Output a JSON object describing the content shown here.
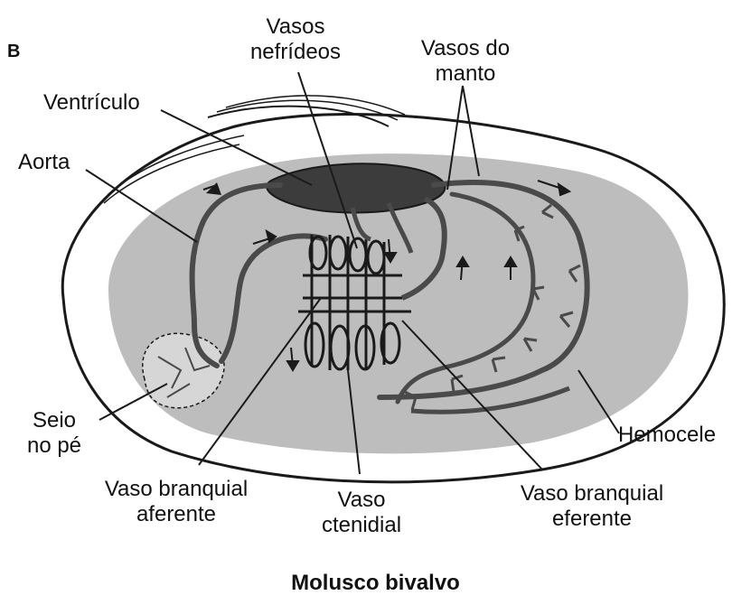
{
  "panel_letter": "B",
  "caption": "Molusco bivalvo",
  "labels": {
    "vasos_nefrideos": [
      "Vasos",
      "nefrídeos"
    ],
    "vasos_do_manto": [
      "Vasos do",
      "manto"
    ],
    "ventriculo": "Ventrículo",
    "aorta": "Aorta",
    "seio_no_pe": [
      "Seio",
      "no pé"
    ],
    "hemocele": "Hemocele",
    "vaso_branquial_aferente": [
      "Vaso branquial",
      "aferente"
    ],
    "vaso_ctenidial": [
      "Vaso",
      "ctenidial"
    ],
    "vaso_branquial_eferente": [
      "Vaso branquial",
      "eferente"
    ]
  },
  "colors": {
    "hemocele_fill": "#bdbdbd",
    "vessel": "#4a4a4a",
    "heart": "#3c3c3c",
    "outline": "#1a1a1a"
  }
}
